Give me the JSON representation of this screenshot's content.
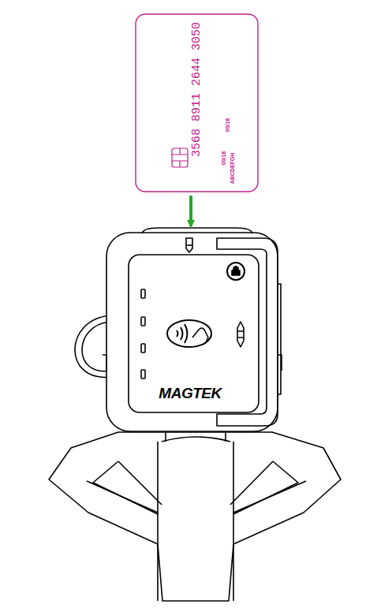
{
  "diagram": {
    "nodes": [
      {
        "text": [
          "3568 8911 2644 3050",
          "00/16",
          "00/18",
          "ABCDEFGH"
        ]
      },
      {
        "text": [
          "MAGTEK"
        ]
      }
    ],
    "edges": [
      {
        "from": 0,
        "to": 1,
        "arrow": "to"
      }
    ]
  }
}
